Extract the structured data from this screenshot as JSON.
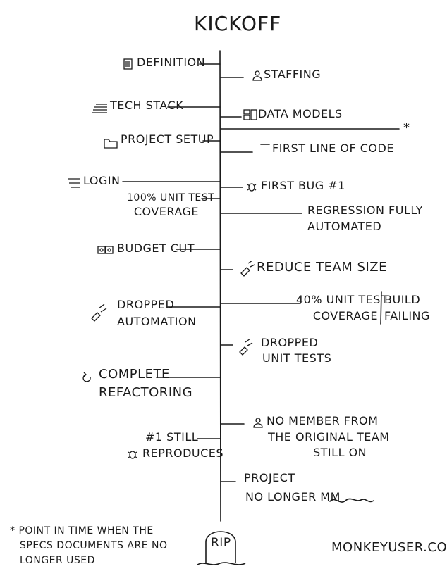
{
  "title": "KICKOFF",
  "left": {
    "definition": "DEFINITION",
    "tech_stack": "TECH STACK",
    "project_setup": "PROJECT SETUP",
    "login": "LOGIN",
    "unit_test_1": "100% UNIT TEST",
    "unit_test_2": "COVERAGE",
    "budget_cut": "BUDGET CUT",
    "dropped_automation_1": "DROPPED",
    "dropped_automation_2": "AUTOMATION",
    "complete_refactoring_1": "COMPLETE",
    "complete_refactoring_2": "REFACTORING",
    "still_reproduces_1": "#1 STILL",
    "still_reproduces_2": "REPRODUCES"
  },
  "right": {
    "staffing": "STAFFING",
    "data_models": "DATA MODELS",
    "star": "*",
    "first_line_of_code": "FIRST LINE OF CODE",
    "first_bug": "FIRST BUG #1",
    "regression_1": "REGRESSION FULLY",
    "regression_2": "AUTOMATED",
    "reduce_team": "REDUCE TEAM SIZE",
    "unit_test_40_1": "40% UNIT TEST",
    "unit_test_40_2": "COVERAGE",
    "build_failing_1": "BUILD",
    "build_failing_2": "FAILING",
    "dropped_unit_1": "DROPPED",
    "dropped_unit_2": "UNIT TESTS",
    "no_member_1": "NO MEMBER FROM",
    "no_member_2": "THE ORIGINAL TEAM",
    "no_member_3": "STILL ON",
    "no_longer_1": "PROJECT",
    "no_longer_2": "NO LONGER MM"
  },
  "tombstone": "RIP",
  "footnote": {
    "line1": "* POINT IN TIME WHEN THE",
    "line2": "SPECS DOCUMENTS ARE NO",
    "line3": "LONGER USED"
  },
  "credit": "MONKEYUSER.COM",
  "icons": [
    "document-icon",
    "stack-icon",
    "folder-icon",
    "menu-icon",
    "budget-icon",
    "person-icon",
    "data-models-icon",
    "bug-icon",
    "broken-icon",
    "refactor-icon"
  ]
}
